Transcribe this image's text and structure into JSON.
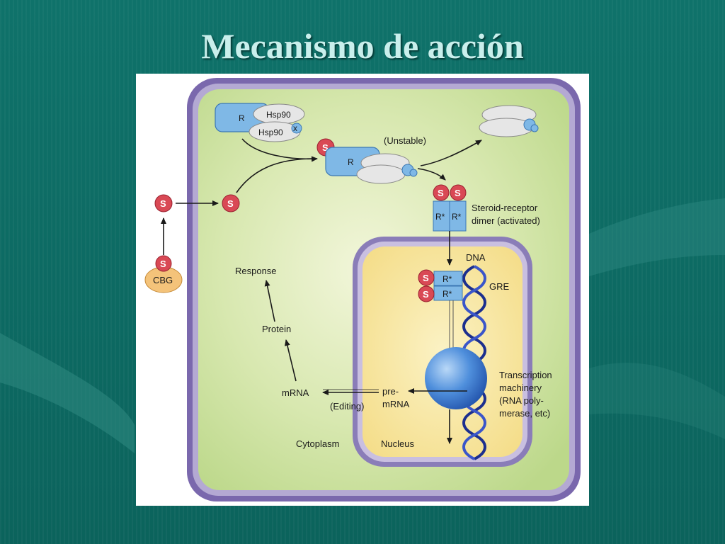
{
  "slide": {
    "title": "Mecanismo de acción"
  },
  "diagram": {
    "colors": {
      "background": "#0d6a62",
      "title": "#c9efec",
      "cell_membrane": "#7a68ad",
      "cytoplasm": "#c9e09a",
      "nucleus": "#f7e49a",
      "receptor": "#7fb8e6",
      "steroid": "#d94955",
      "hsp90": "#e6e6e6",
      "dna": "#1c2f8e",
      "polymerase": "#3f7fd0"
    },
    "labels": {
      "receptor": "R",
      "hsp90_top": "Hsp90",
      "hsp90_bottom": "Hsp90",
      "x_mark": "x",
      "steroid": "S",
      "unstable": "(Unstable)",
      "dimer_line1": "Steroid-receptor",
      "dimer_line2": "dimer (activated)",
      "activated_receptor": "R*",
      "dna": "DNA",
      "gre": "GRE",
      "cbg": "CBG",
      "response": "Response",
      "protein": "Protein",
      "mrna": "mRNA",
      "editing": "(Editing)",
      "pre": "pre-",
      "pre_mrna": "mRNA",
      "transcription_line1": "Transcription",
      "transcription_line2": "machinery",
      "transcription_line3": "(RNA poly-",
      "transcription_line4": "merase, etc)",
      "cytoplasm": "Cytoplasm",
      "nucleus": "Nucleus"
    }
  }
}
